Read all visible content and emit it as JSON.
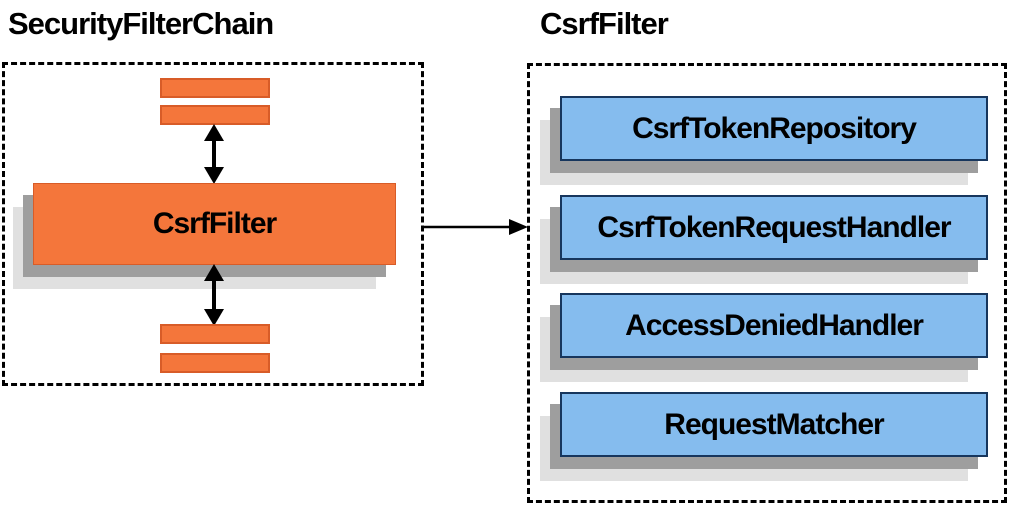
{
  "left_section": {
    "title": "SecurityFilterChain",
    "csrf_filter_label": "CsrfFilter",
    "other_filter_bars_above": 2,
    "other_filter_bars_below": 2
  },
  "right_section": {
    "title": "CsrfFilter",
    "components": [
      {
        "label": "CsrfTokenRepository"
      },
      {
        "label": "CsrfTokenRequestHandler"
      },
      {
        "label": "AccessDeniedHandler"
      },
      {
        "label": "RequestMatcher"
      }
    ]
  },
  "connections": {
    "vertical_arrows": "double-headed-arrow",
    "horizontal_arrow": "right-arrow"
  },
  "colors": {
    "orange-fill": "#f4763b",
    "orange-border": "#d85c28",
    "blue-fill": "#85bcee",
    "blue-border": "#17365d",
    "shadow-dark": "#9e9e9e",
    "shadow-light": "#e0e0e0",
    "arrow": "#000000",
    "dash-border": "#000000",
    "background": "#ffffff"
  }
}
